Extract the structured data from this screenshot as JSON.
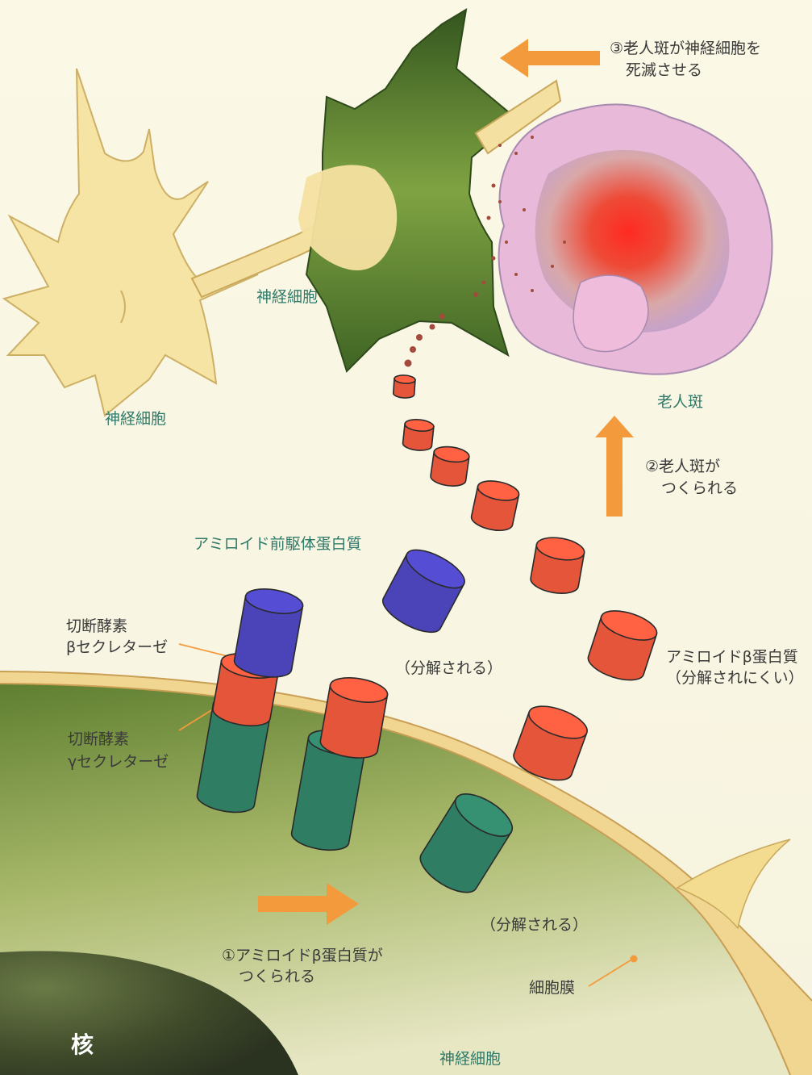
{
  "labels": {
    "neuron_left": "神経細胞",
    "neuron_top": "神経細胞",
    "neuron_bottom": "神経細胞",
    "plaque": "老人斑",
    "app": "アミロイド前駆体蛋白質",
    "beta_secretase": {
      "line1": "切断酵素",
      "line2": "βセクレターゼ"
    },
    "gamma_secretase": {
      "line1": "切断酵素",
      "line2": "γセクレターゼ"
    },
    "degraded_1": "（分解される）",
    "degraded_2": "（分解される）",
    "abeta": {
      "line1": "アミロイドβ蛋白質",
      "line2": "（分解されにくい）"
    },
    "membrane": "細胞膜",
    "nucleus": "核"
  },
  "steps": {
    "step1": {
      "line1": "①アミロイドβ蛋白質が",
      "line2": "つくられる"
    },
    "step2": {
      "line1": "②老人斑が",
      "line2": "つくられる"
    },
    "step3": {
      "line1": "③老人斑が神経細胞を",
      "line2": "死滅させる"
    }
  },
  "colors": {
    "abeta": "#e4553a",
    "app_fragment": "#4a44b8",
    "membrane_domain": "#2f7d63",
    "arrow": "#f39a3c",
    "label_green": "#2f7a6a",
    "plaque_core": "#e8282a",
    "plaque_outer": "#e9b9d9"
  }
}
